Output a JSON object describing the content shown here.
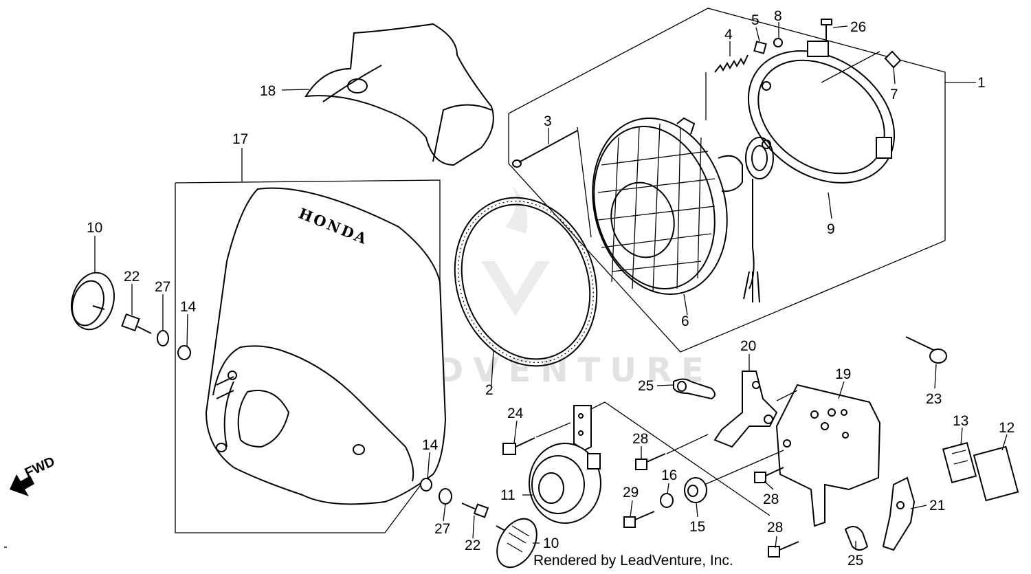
{
  "watermark": "LEADVENTURE",
  "brand_text": "HONDA",
  "direction_label": "FWD",
  "credit": "Rendered by LeadVenture, Inc.",
  "callouts": {
    "c1": "1",
    "c2": "2",
    "c3": "3",
    "c4": "4",
    "c5": "5",
    "c6": "6",
    "c7": "7",
    "c8": "8",
    "c9": "9",
    "c10a": "10",
    "c10b": "10",
    "c11": "11",
    "c12": "12",
    "c13": "13",
    "c14a": "14",
    "c14b": "14",
    "c15": "15",
    "c16": "16",
    "c17": "17",
    "c18": "18",
    "c19": "19",
    "c20": "20",
    "c21": "21",
    "c22a": "22",
    "c22b": "22",
    "c23": "23",
    "c24": "24",
    "c25a": "25",
    "c25b": "25",
    "c26": "26",
    "c27a": "27",
    "c27b": "27",
    "c28a": "28",
    "c28b": "28",
    "c28c": "28",
    "c29": "29"
  }
}
